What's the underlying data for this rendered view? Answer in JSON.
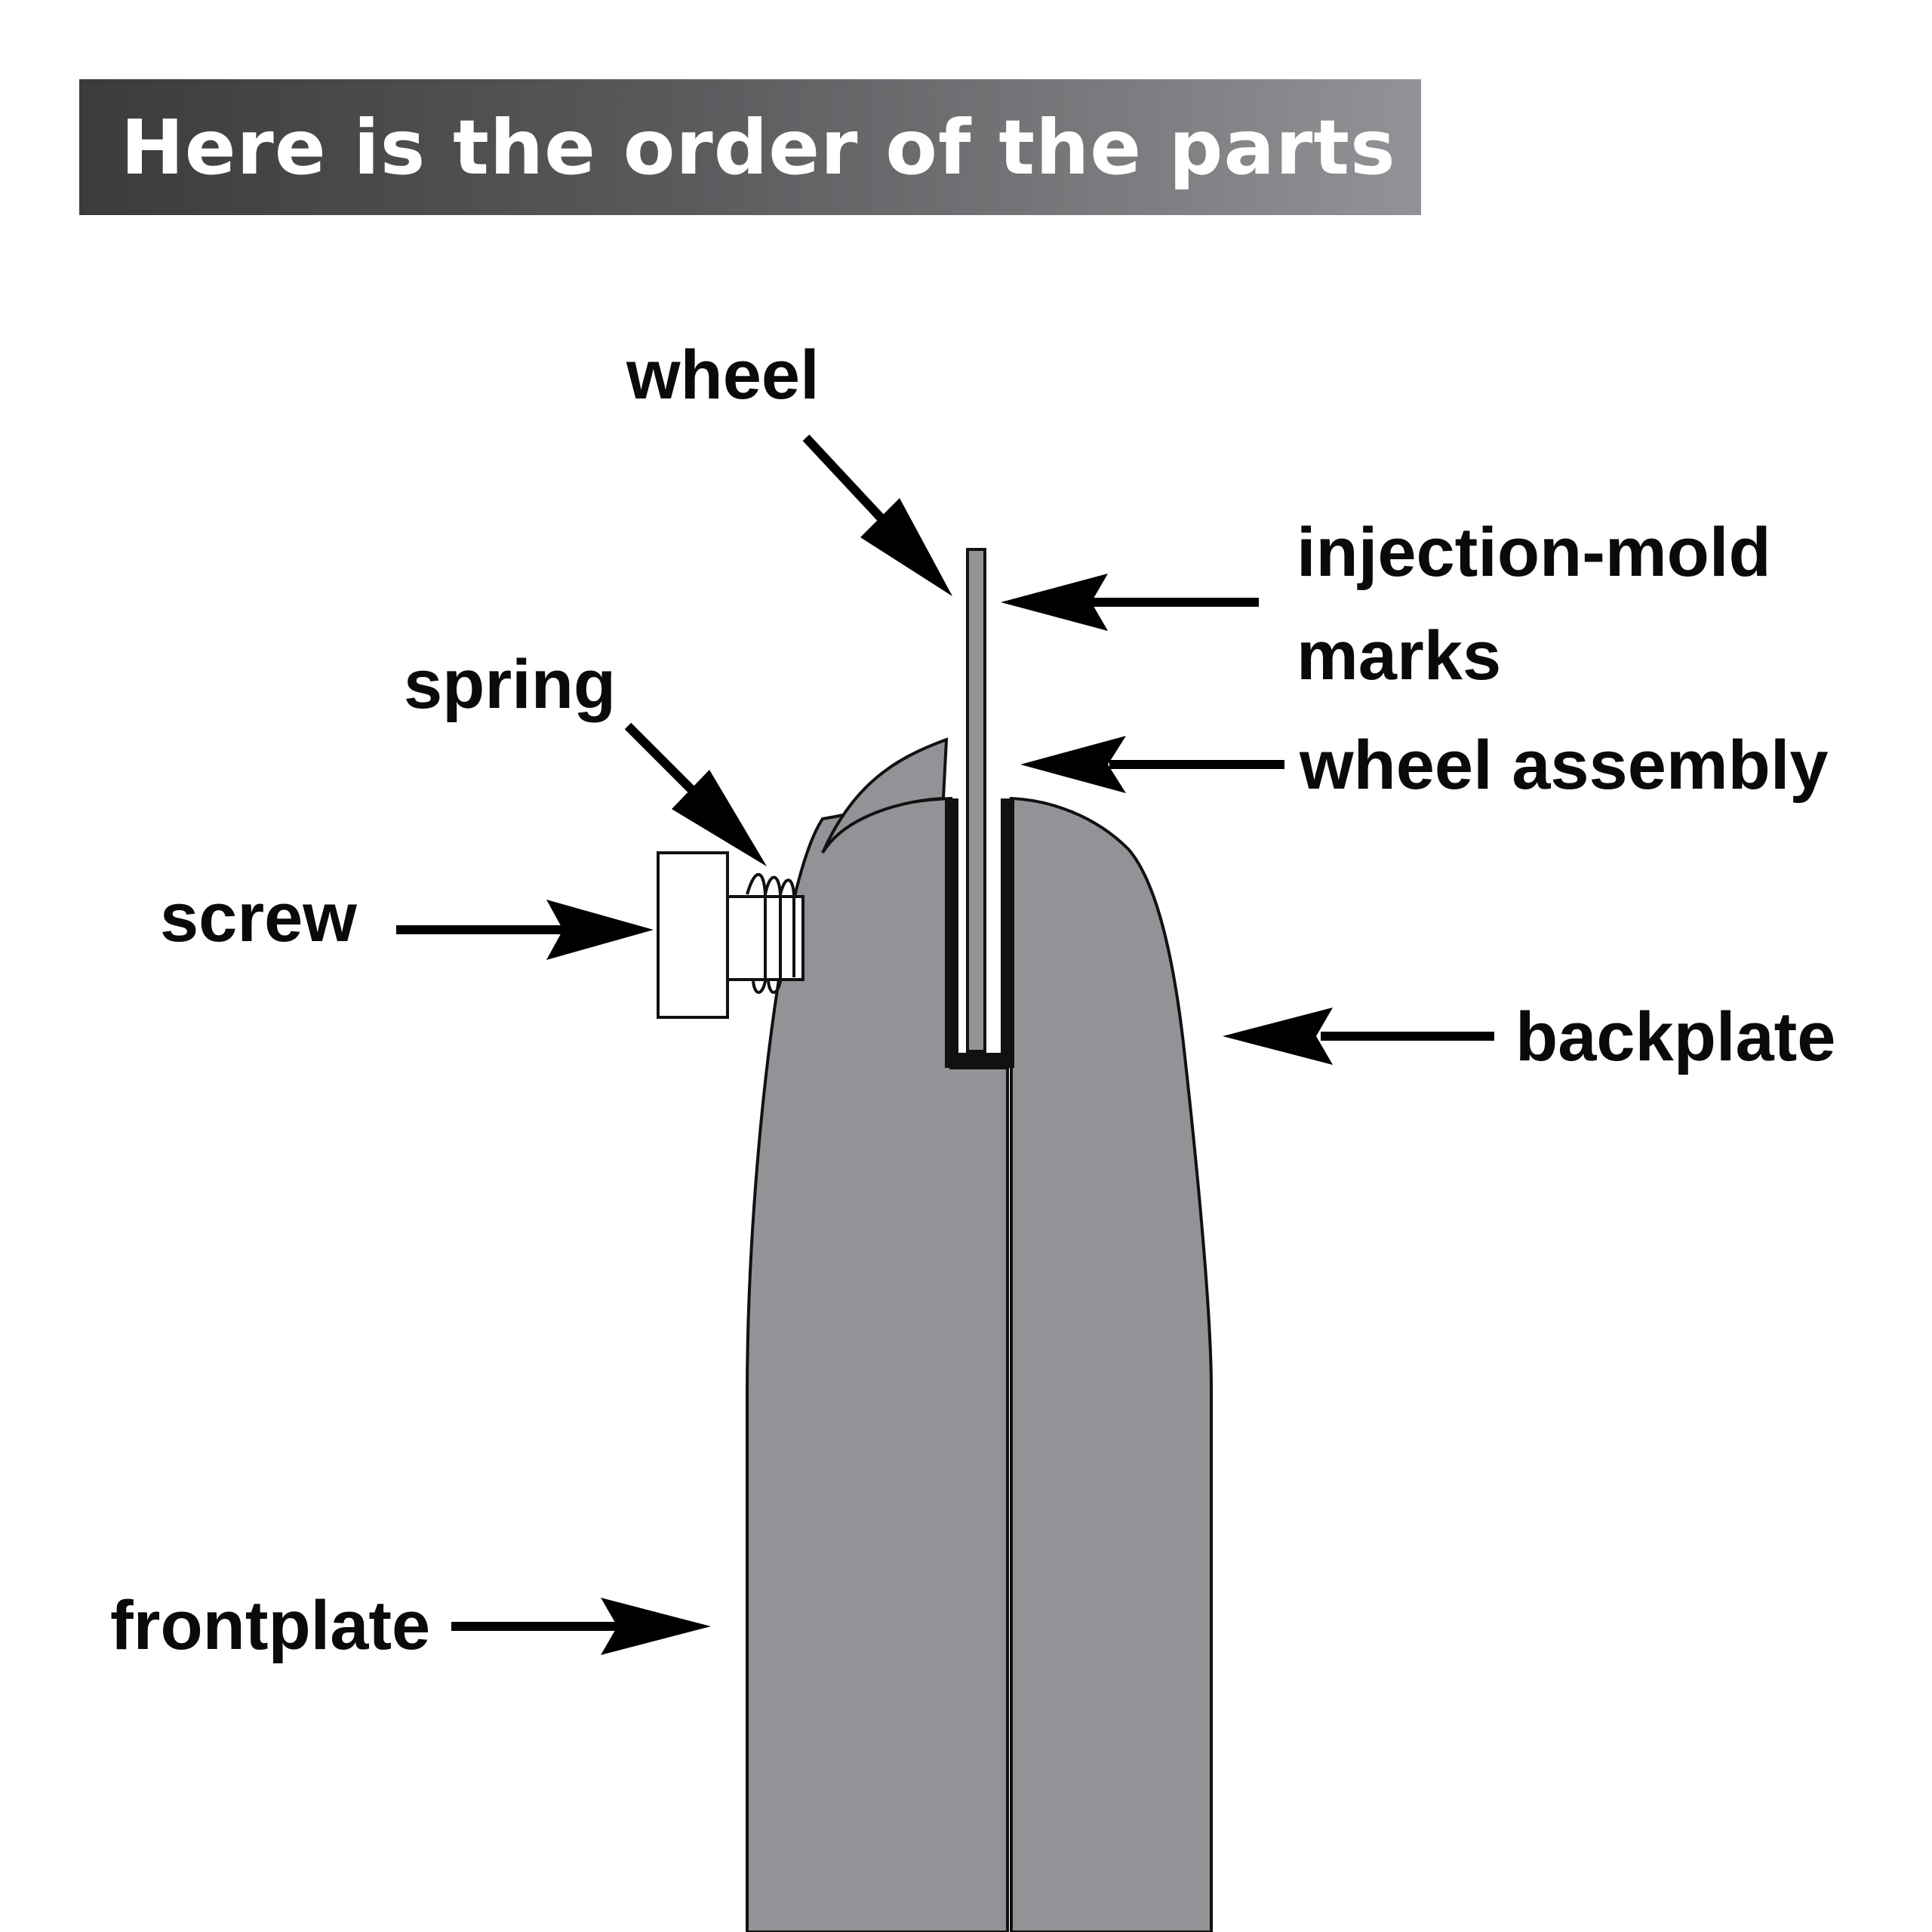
{
  "title": "Here is the order of the parts",
  "labels": {
    "wheel": "wheel",
    "injection_mold_line1": "injection-mold",
    "injection_mold_line2": "marks",
    "wheel_assembly": "wheel assembly",
    "spring": "spring",
    "screw": "screw",
    "backplate": "backplate",
    "frontplate": "frontplate"
  },
  "colors": {
    "plate_fill": "#939397",
    "outline": "#111111",
    "arrow": "#000000",
    "background": "#ffffff"
  }
}
